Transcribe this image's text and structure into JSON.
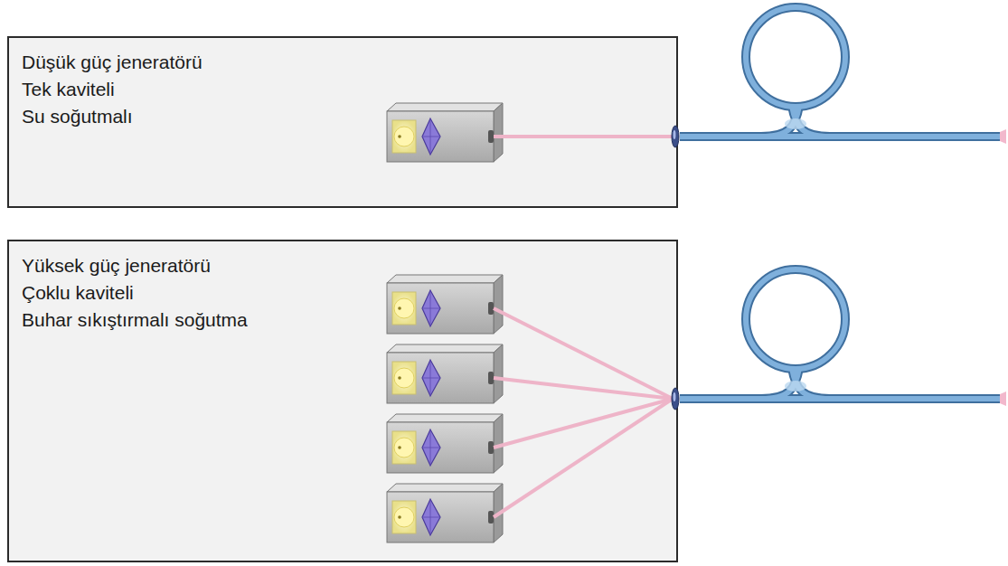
{
  "diagram": {
    "nodes": [
      {
        "text": [
          "Düşük güç jeneratörü",
          "Tek kaviteli",
          "Su soğutmalı"
        ]
      },
      {
        "text": [
          "Yüksek güç jeneratörü",
          "Çoklu kaviteli",
          "Buhar sıkıştırmalı soğutma"
        ]
      }
    ]
  }
}
